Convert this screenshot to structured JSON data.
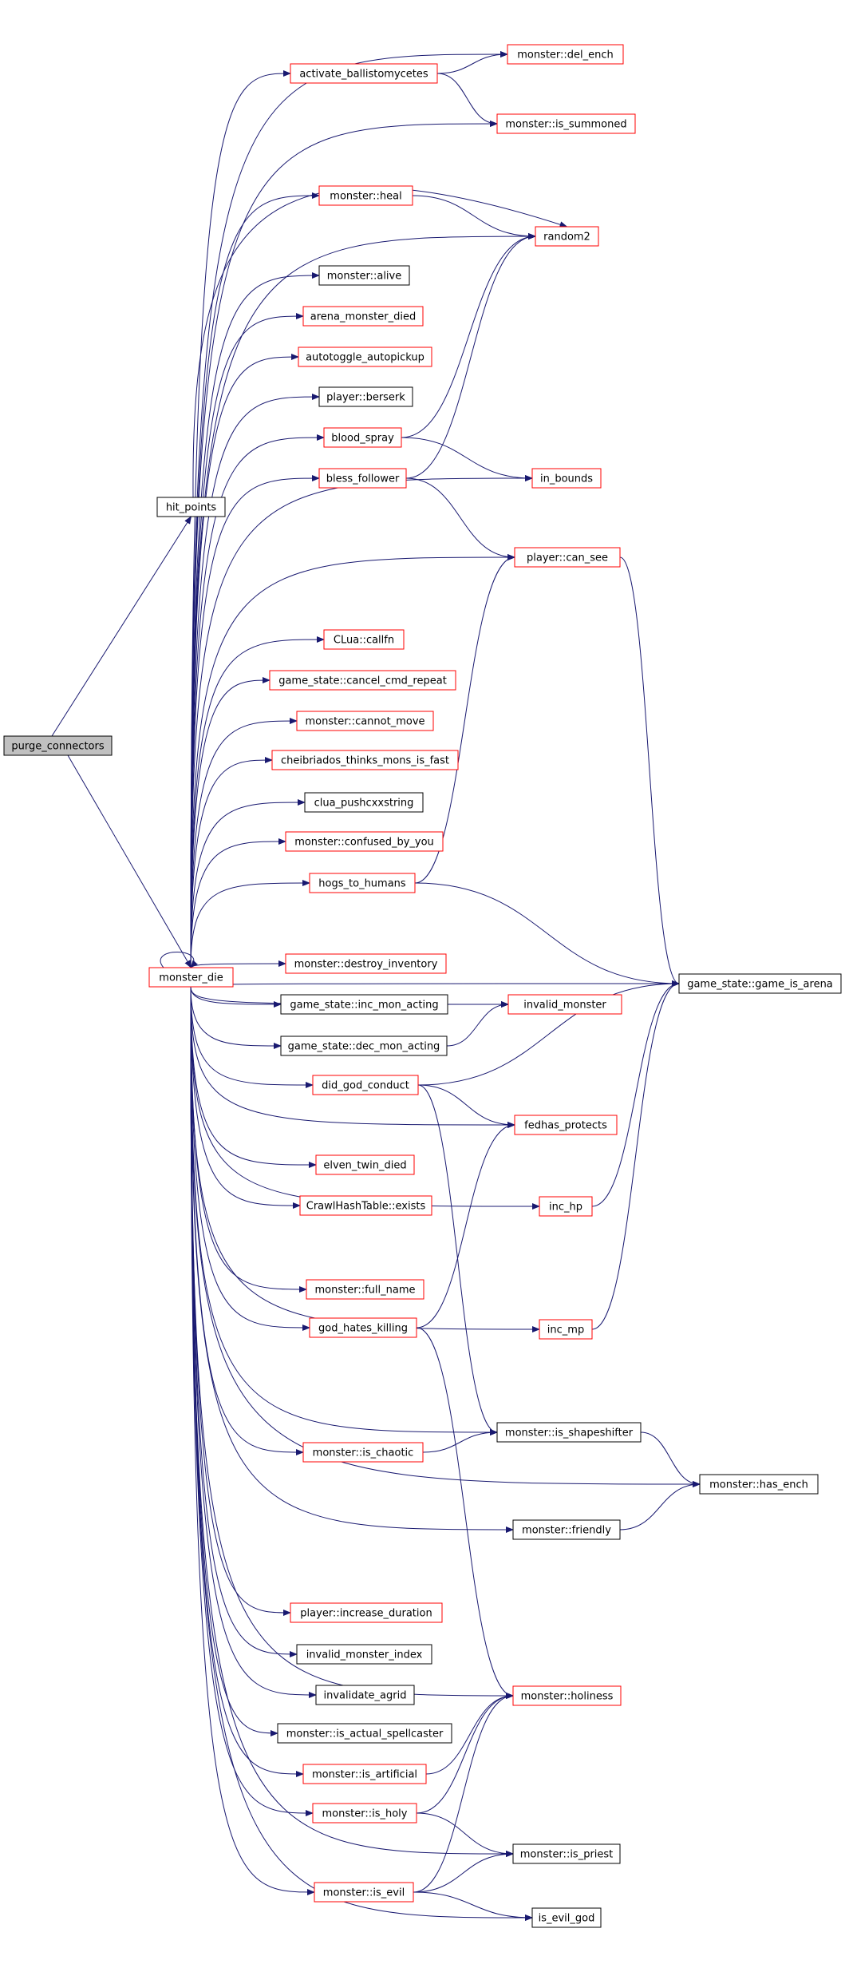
{
  "colors": {
    "edge": "#191970",
    "node_fill": "#ffffff",
    "node_fill_root": "#c0c0c0",
    "border_red": "#ff0000",
    "border_black": "#000000",
    "text": "#000000"
  },
  "nodes": [
    {
      "id": "purge_connectors",
      "label": "purge_connectors",
      "style": "root"
    },
    {
      "id": "hit_points",
      "label": "hit_points",
      "style": "black"
    },
    {
      "id": "monster_die",
      "label": "monster_die",
      "style": "red"
    },
    {
      "id": "activate_ballistomycetes",
      "label": "activate_ballistomycetes",
      "style": "red"
    },
    {
      "id": "monster_del_ench",
      "label": "monster::del_ench",
      "style": "red"
    },
    {
      "id": "monster_is_summoned",
      "label": "monster::is_summoned",
      "style": "red"
    },
    {
      "id": "monster_heal",
      "label": "monster::heal",
      "style": "red"
    },
    {
      "id": "random2",
      "label": "random2",
      "style": "red"
    },
    {
      "id": "monster_alive",
      "label": "monster::alive",
      "style": "black"
    },
    {
      "id": "arena_monster_died",
      "label": "arena_monster_died",
      "style": "red"
    },
    {
      "id": "autotoggle_autopickup",
      "label": "autotoggle_autopickup",
      "style": "red"
    },
    {
      "id": "player_berserk",
      "label": "player::berserk",
      "style": "black"
    },
    {
      "id": "blood_spray",
      "label": "blood_spray",
      "style": "red"
    },
    {
      "id": "bless_follower",
      "label": "bless_follower",
      "style": "red"
    },
    {
      "id": "in_bounds",
      "label": "in_bounds",
      "style": "red"
    },
    {
      "id": "player_can_see",
      "label": "player::can_see",
      "style": "red"
    },
    {
      "id": "clua_callfn",
      "label": "CLua::callfn",
      "style": "red"
    },
    {
      "id": "game_state_cancel_cmd_repeat",
      "label": "game_state::cancel_cmd_repeat",
      "style": "red"
    },
    {
      "id": "monster_cannot_move",
      "label": "monster::cannot_move",
      "style": "red"
    },
    {
      "id": "cheibriados_thinks_mons_is_fast",
      "label": "cheibriados_thinks_mons_is_fast",
      "style": "red"
    },
    {
      "id": "clua_pushcxxstring",
      "label": "clua_pushcxxstring",
      "style": "black"
    },
    {
      "id": "monster_confused_by_you",
      "label": "monster::confused_by_you",
      "style": "red"
    },
    {
      "id": "hogs_to_humans",
      "label": "hogs_to_humans",
      "style": "red"
    },
    {
      "id": "monster_destroy_inventory",
      "label": "monster::destroy_inventory",
      "style": "red"
    },
    {
      "id": "game_state_game_is_arena",
      "label": "game_state::game_is_arena",
      "style": "black"
    },
    {
      "id": "game_state_inc_mon_acting",
      "label": "game_state::inc_mon_acting",
      "style": "black"
    },
    {
      "id": "invalid_monster",
      "label": "invalid_monster",
      "style": "red"
    },
    {
      "id": "game_state_dec_mon_acting",
      "label": "game_state::dec_mon_acting",
      "style": "black"
    },
    {
      "id": "did_god_conduct",
      "label": "did_god_conduct",
      "style": "red"
    },
    {
      "id": "fedhas_protects",
      "label": "fedhas_protects",
      "style": "red"
    },
    {
      "id": "elven_twin_died",
      "label": "elven_twin_died",
      "style": "red"
    },
    {
      "id": "crawlhashtable_exists",
      "label": "CrawlHashTable::exists",
      "style": "red"
    },
    {
      "id": "inc_hp",
      "label": "inc_hp",
      "style": "red"
    },
    {
      "id": "monster_full_name",
      "label": "monster::full_name",
      "style": "red"
    },
    {
      "id": "god_hates_killing",
      "label": "god_hates_killing",
      "style": "red"
    },
    {
      "id": "inc_mp",
      "label": "inc_mp",
      "style": "red"
    },
    {
      "id": "monster_is_shapeshifter",
      "label": "monster::is_shapeshifter",
      "style": "black"
    },
    {
      "id": "monster_is_chaotic",
      "label": "monster::is_chaotic",
      "style": "red"
    },
    {
      "id": "monster_has_ench",
      "label": "monster::has_ench",
      "style": "black"
    },
    {
      "id": "monster_friendly",
      "label": "monster::friendly",
      "style": "black"
    },
    {
      "id": "player_increase_duration",
      "label": "player::increase_duration",
      "style": "red"
    },
    {
      "id": "invalid_monster_index",
      "label": "invalid_monster_index",
      "style": "black"
    },
    {
      "id": "invalidate_agrid",
      "label": "invalidate_agrid",
      "style": "black"
    },
    {
      "id": "monster_holiness",
      "label": "monster::holiness",
      "style": "red"
    },
    {
      "id": "monster_is_actual_spellcaster",
      "label": "monster::is_actual_spellcaster",
      "style": "black"
    },
    {
      "id": "monster_is_artificial",
      "label": "monster::is_artificial",
      "style": "red"
    },
    {
      "id": "monster_is_holy",
      "label": "monster::is_holy",
      "style": "red"
    },
    {
      "id": "monster_is_priest",
      "label": "monster::is_priest",
      "style": "black"
    },
    {
      "id": "monster_is_evil",
      "label": "monster::is_evil",
      "style": "red"
    },
    {
      "id": "is_evil_god",
      "label": "is_evil_god",
      "style": "black"
    }
  ],
  "edges": [
    [
      "purge_connectors",
      "hit_points"
    ],
    [
      "purge_connectors",
      "monster_die"
    ],
    [
      "hit_points",
      "random2"
    ],
    [
      "monster_die",
      "monster_die"
    ],
    [
      "monster_die",
      "activate_ballistomycetes"
    ],
    [
      "monster_die",
      "monster_del_ench"
    ],
    [
      "monster_die",
      "monster_is_summoned"
    ],
    [
      "monster_die",
      "monster_heal"
    ],
    [
      "monster_die",
      "random2"
    ],
    [
      "monster_die",
      "monster_alive"
    ],
    [
      "monster_die",
      "arena_monster_died"
    ],
    [
      "monster_die",
      "autotoggle_autopickup"
    ],
    [
      "monster_die",
      "player_berserk"
    ],
    [
      "monster_die",
      "blood_spray"
    ],
    [
      "monster_die",
      "bless_follower"
    ],
    [
      "monster_die",
      "in_bounds"
    ],
    [
      "monster_die",
      "player_can_see"
    ],
    [
      "monster_die",
      "game_state_game_is_arena"
    ],
    [
      "monster_die",
      "clua_callfn"
    ],
    [
      "monster_die",
      "game_state_cancel_cmd_repeat"
    ],
    [
      "monster_die",
      "monster_cannot_move"
    ],
    [
      "monster_die",
      "cheibriados_thinks_mons_is_fast"
    ],
    [
      "monster_die",
      "clua_pushcxxstring"
    ],
    [
      "monster_die",
      "monster_confused_by_you"
    ],
    [
      "monster_die",
      "hogs_to_humans"
    ],
    [
      "monster_die",
      "monster_destroy_inventory"
    ],
    [
      "monster_die",
      "game_state_inc_mon_acting"
    ],
    [
      "monster_die",
      "invalid_monster"
    ],
    [
      "monster_die",
      "game_state_dec_mon_acting"
    ],
    [
      "monster_die",
      "did_god_conduct"
    ],
    [
      "monster_die",
      "fedhas_protects"
    ],
    [
      "monster_die",
      "elven_twin_died"
    ],
    [
      "monster_die",
      "crawlhashtable_exists"
    ],
    [
      "monster_die",
      "inc_hp"
    ],
    [
      "monster_die",
      "monster_full_name"
    ],
    [
      "monster_die",
      "god_hates_killing"
    ],
    [
      "monster_die",
      "inc_mp"
    ],
    [
      "monster_die",
      "monster_is_shapeshifter"
    ],
    [
      "monster_die",
      "monster_is_chaotic"
    ],
    [
      "monster_die",
      "monster_has_ench"
    ],
    [
      "monster_die",
      "monster_friendly"
    ],
    [
      "monster_die",
      "player_increase_duration"
    ],
    [
      "monster_die",
      "invalid_monster_index"
    ],
    [
      "monster_die",
      "invalidate_agrid"
    ],
    [
      "monster_die",
      "monster_holiness"
    ],
    [
      "monster_die",
      "monster_is_actual_spellcaster"
    ],
    [
      "monster_die",
      "monster_is_artificial"
    ],
    [
      "monster_die",
      "monster_is_holy"
    ],
    [
      "monster_die",
      "monster_is_priest"
    ],
    [
      "monster_die",
      "monster_is_evil"
    ],
    [
      "monster_die",
      "is_evil_god"
    ],
    [
      "activate_ballistomycetes",
      "monster_del_ench"
    ],
    [
      "activate_ballistomycetes",
      "monster_is_summoned"
    ],
    [
      "monster_heal",
      "random2"
    ],
    [
      "blood_spray",
      "random2"
    ],
    [
      "blood_spray",
      "in_bounds"
    ],
    [
      "bless_follower",
      "random2"
    ],
    [
      "bless_follower",
      "player_can_see"
    ],
    [
      "player_can_see",
      "game_state_game_is_arena"
    ],
    [
      "hogs_to_humans",
      "player_can_see"
    ],
    [
      "hogs_to_humans",
      "game_state_game_is_arena"
    ],
    [
      "game_state_inc_mon_acting",
      "invalid_monster"
    ],
    [
      "game_state_dec_mon_acting",
      "invalid_monster"
    ],
    [
      "did_god_conduct",
      "game_state_game_is_arena"
    ],
    [
      "did_god_conduct",
      "fedhas_protects"
    ],
    [
      "did_god_conduct",
      "monster_is_shapeshifter"
    ],
    [
      "inc_hp",
      "game_state_game_is_arena"
    ],
    [
      "god_hates_killing",
      "fedhas_protects"
    ],
    [
      "god_hates_killing",
      "monster_holiness"
    ],
    [
      "inc_mp",
      "game_state_game_is_arena"
    ],
    [
      "monster_is_shapeshifter",
      "monster_has_ench"
    ],
    [
      "monster_is_chaotic",
      "monster_is_shapeshifter"
    ],
    [
      "monster_friendly",
      "monster_has_ench"
    ],
    [
      "monster_is_artificial",
      "monster_holiness"
    ],
    [
      "monster_is_holy",
      "monster_holiness"
    ],
    [
      "monster_is_holy",
      "monster_is_priest"
    ],
    [
      "monster_is_evil",
      "monster_holiness"
    ],
    [
      "monster_is_evil",
      "monster_is_priest"
    ],
    [
      "monster_is_evil",
      "is_evil_god"
    ]
  ]
}
